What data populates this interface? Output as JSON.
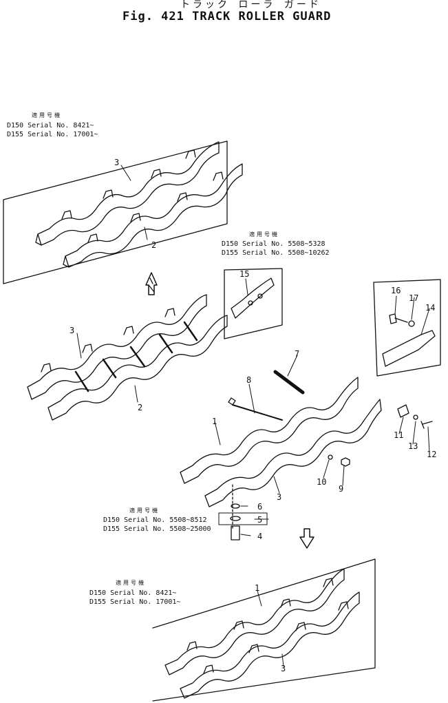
{
  "title": {
    "japanese": "トラック ローラ ガード",
    "english": "Fig. 421 TRACK ROLLER GUARD"
  },
  "serial_notes": [
    {
      "header": "適用号機",
      "lines": [
        "D150 Serial No. 8421~",
        "D155 Serial No. 17001~"
      ]
    },
    {
      "header": "適用号機",
      "lines": [
        "D150 Serial No. 5508~5328",
        "D155 Serial No. 5508~10262"
      ]
    },
    {
      "header": "適用号機",
      "lines": [
        "D150 Serial No. 5508~8512",
        "D155 Serial No. 5508~25000"
      ]
    },
    {
      "header": "適用号機",
      "lines": [
        "D150 Serial No. 8421~",
        "D155 Serial No. 17001~"
      ]
    }
  ],
  "callouts": [
    "3",
    "2",
    "3",
    "2",
    "15",
    "16",
    "17",
    "14",
    "7",
    "8",
    "1",
    "11",
    "13",
    "12",
    "10",
    "9",
    "3",
    "6",
    "5",
    "4",
    "1",
    "3"
  ],
  "colors": {
    "line": "#111111",
    "background": "#ffffff"
  }
}
